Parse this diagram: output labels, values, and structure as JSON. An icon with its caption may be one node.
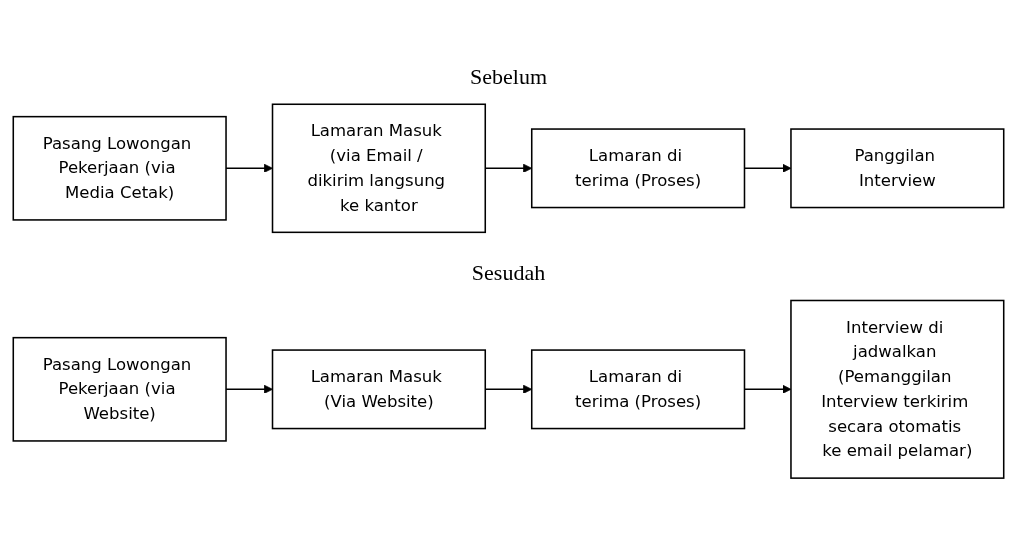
{
  "diagram": {
    "nodes": [
      {
        "text": [
          "Pasang Lowongan Pekerjaan (via Media Cetak)"
        ]
      },
      {
        "text": [
          "Lamaran Masuk (via Email / dikirim langsung ke kantor"
        ]
      },
      {
        "text": [
          "Lamaran di terima (Proses)"
        ]
      },
      {
        "text": [
          "Panggilan Interview"
        ]
      },
      {
        "text": [
          "Pasang Lowongan Pekerjaan (via Website)"
        ]
      },
      {
        "text": [
          "Lamaran Masuk (Via Website)"
        ]
      },
      {
        "text": [
          "Lamaran di terima (Proses)"
        ]
      },
      {
        "text": [
          "Interview di jadwalkan (Pemanggilan Interview terkirim secara otomatis ke email pelamar)"
        ]
      }
    ],
    "edges": [
      {
        "from": 0,
        "to": 1,
        "arrow": "to"
      },
      {
        "from": 1,
        "to": 2,
        "arrow": "to"
      },
      {
        "from": 2,
        "to": 3,
        "arrow": "to"
      },
      {
        "from": 4,
        "to": 5,
        "arrow": "to"
      },
      {
        "from": 5,
        "to": 6,
        "arrow": "to"
      },
      {
        "from": 6,
        "to": 7,
        "arrow": "to"
      }
    ],
    "labels": [
      "Sebelum",
      "Sesudah"
    ]
  }
}
